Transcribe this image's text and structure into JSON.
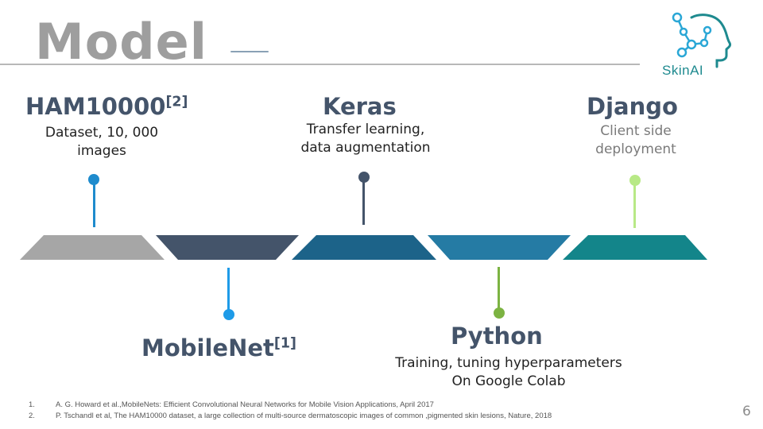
{
  "title": "Model",
  "logo": {
    "text": "SkinAI"
  },
  "milestones": {
    "ham": {
      "name": "HAM10000",
      "ref": "[2]",
      "line1": "Dataset, 10, 000",
      "line2": "images"
    },
    "mobilenet": {
      "name": "MobileNet",
      "ref": "[1]"
    },
    "keras": {
      "name": "Keras",
      "line1": "Transfer learning,",
      "line2": "data augmentation"
    },
    "python": {
      "name": "Python",
      "line1": "Training, tuning hyperparameters",
      "line2": "On Google Colab"
    },
    "django": {
      "name": "Django",
      "line1": "Client side",
      "line2": "deployment"
    }
  },
  "segment_colors": [
    "#a6a6a6",
    "#44546a",
    "#1c6389",
    "#257ba4",
    "#13858a"
  ],
  "marker_colors": {
    "ham": "#1e8bcd",
    "mobilenet": "#1e9be8",
    "keras": "#44546a",
    "python": "#7cb342",
    "django": "#b8e986"
  },
  "footnotes": [
    {
      "num": "1.",
      "text": "A. G. Howard et al.,MobileNets: Efficient Convolutional Neural Networks for Mobile Vision Applications, April 2017"
    },
    {
      "num": "2.",
      "text": "P. Tschandl et al, The HAM10000 dataset, a large collection of multi-source dermatoscopic images of common ,pigmented skin lesions, Nature, 2018"
    }
  ],
  "page_number": "6"
}
